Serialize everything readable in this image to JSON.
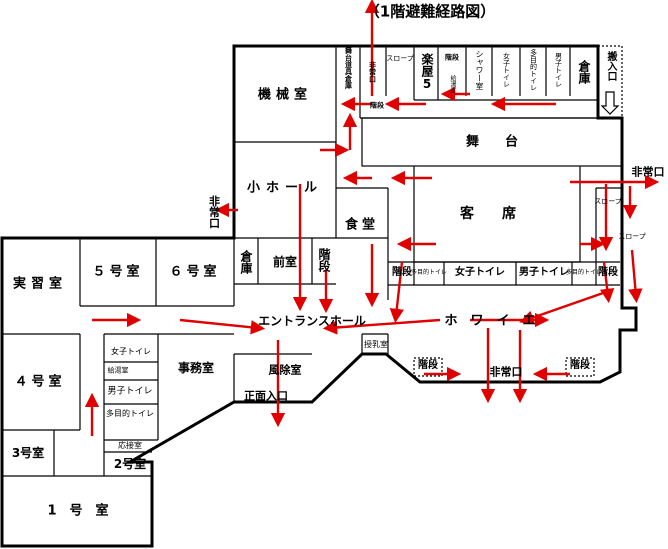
{
  "title": "（1階避難経路図）",
  "rooms": {
    "kikai": "機械室",
    "small_hall": "小ホール",
    "souko_left": "倉庫",
    "maemuro": "前室",
    "stairs_left": "階段",
    "shokudo": "食堂",
    "stage": "舞　　台",
    "seats": "客　　席",
    "shuugi": "実習室",
    "room5": "５号室",
    "room6": "６号室",
    "room4": "４号室",
    "room3": "3号室",
    "room2": "2号室",
    "room1": "1　号　室",
    "jimu": "事務室",
    "oosetsu": "応接室",
    "jonoshitsu": "風除室",
    "jyunyu": "授乳室",
    "entrance_hall": "エントランスホール",
    "foyer": "ホ　ワ　イ　エ",
    "women_wc_small": "女子トイレ",
    "kyuto_small": "給湯室",
    "men_wc_small": "男子トイレ",
    "multi_wc_small": "多目的トイレ",
    "main_entrance": "正面入口",
    "emergency_exit_bottom": "非常口",
    "emergency_exit_left": "非常口",
    "emergency_exit_right": "非常口",
    "stairs_foyer_left": "階段",
    "stairs_foyer_right": "階段",
    "stairs_bottom_left": "階段",
    "stairs_bottom_right": "階段",
    "women_wc_foyer": "女子トイレ",
    "men_wc_foyer": "男子トイレ",
    "multi_wc_foyer_l": "多目的トイレ",
    "multi_wc_foyer_r": "多目的トイレ",
    "slope_top": "スロープ",
    "slope_right1": "スロープ",
    "slope_right2": "スロープ",
    "gakuya5": "楽屋5",
    "stairs_backstage": "階段",
    "kyuto_backstage": "給湯室",
    "shower": "シャワー室",
    "women_wc_back": "女子トイレ",
    "multi_wc_back": "多目的トイレ",
    "men_wc_back": "男子トイレ",
    "souko_top": "倉庫",
    "hannyu": "搬入口",
    "tools": "舞台道具倉庫",
    "hijo_top": "非常口",
    "stairs_top": "階段"
  }
}
